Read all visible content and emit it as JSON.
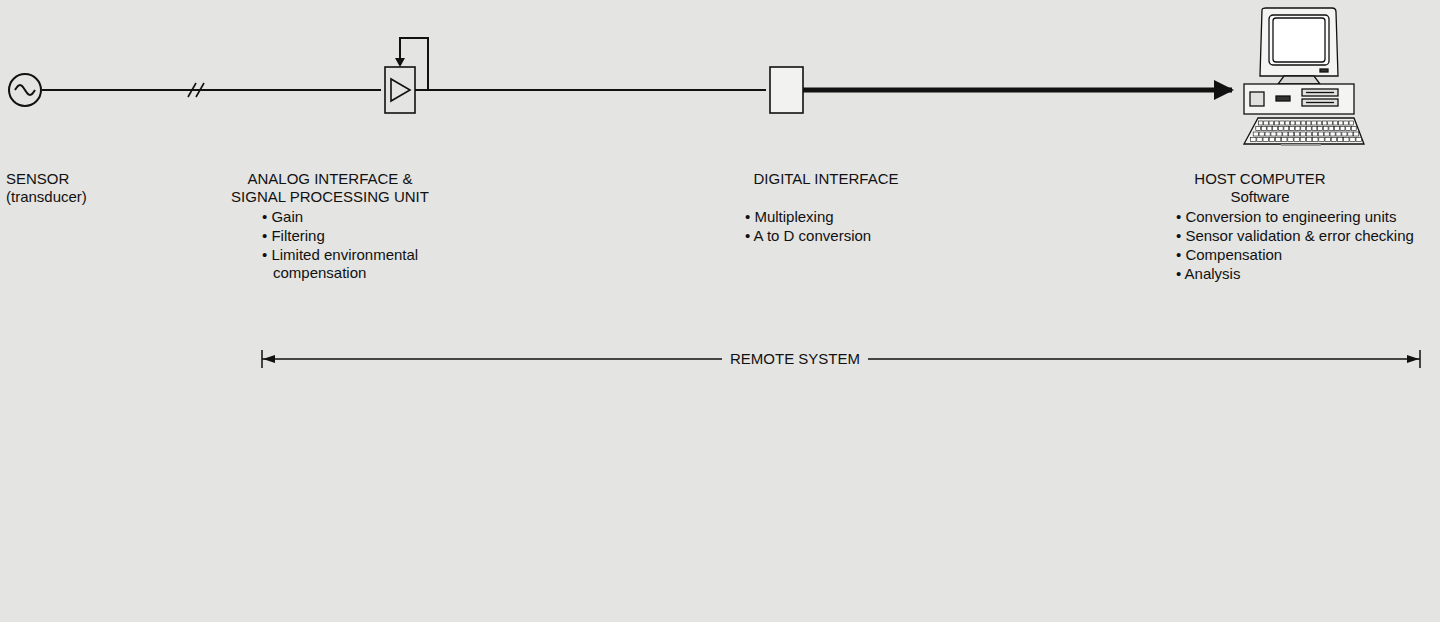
{
  "diagram": {
    "nodes": [
      {
        "text": [
          "SENSOR",
          "(transducer)"
        ]
      },
      {
        "text": [
          "ANALOG INTERFACE & SIGNAL PROCESSING UNIT",
          "• Gain",
          "• Filtering",
          "• Limited environmental compensation"
        ]
      },
      {
        "text": [
          "DIGITAL INTERFACE",
          "• Multiplexing",
          "• A to D conversion"
        ]
      },
      {
        "text": [
          "HOST COMPUTER",
          "Software",
          "• Conversion to engineering units",
          "• Sensor validation & error checking",
          "• Compensation",
          "• Analysis"
        ]
      }
    ],
    "edges": [
      {
        "from": 0,
        "to": 1,
        "arrow": "none"
      },
      {
        "from": 1,
        "to": 2,
        "arrow": "none"
      },
      {
        "from": 2,
        "to": 3,
        "arrow": "to"
      }
    ],
    "labels": [
      "REMOTE SYSTEM"
    ]
  }
}
